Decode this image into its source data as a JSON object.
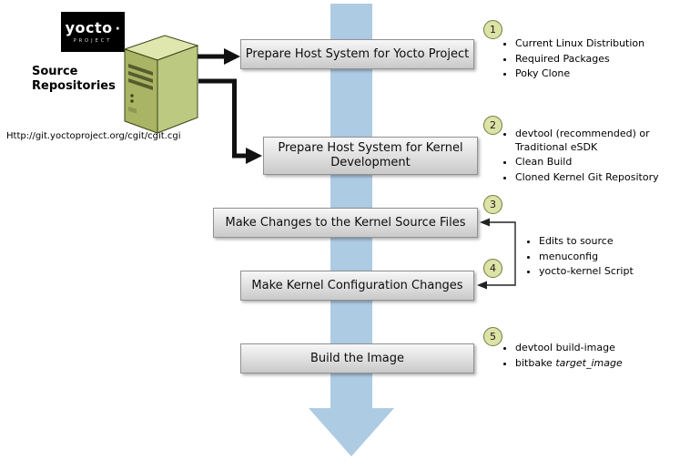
{
  "logo": {
    "brand": "yocto",
    "dot": "·",
    "subtitle": "PROJECT"
  },
  "source": {
    "title": "Source Repositories",
    "url": "Http://git.yoctoproject.org/cgit/cgit.cgi"
  },
  "steps": [
    {
      "num": "1",
      "label": "Prepare Host System for Yocto Project"
    },
    {
      "num": "2",
      "label": "Prepare Host System for Kernel Development"
    },
    {
      "num": "3",
      "label": "Make Changes to the Kernel Source Files"
    },
    {
      "num": "4",
      "label": "Make Kernel Configuration Changes"
    },
    {
      "num": "5",
      "label": "Build the Image"
    }
  ],
  "annotations": {
    "step1": [
      "Current Linux Distribution",
      "Required Packages",
      "Poky Clone"
    ],
    "step2": [
      "devtool (recommended) or Traditional eSDK",
      "Clean Build",
      "Cloned Kernel Git Repository"
    ],
    "steps34": [
      "Edits to source",
      "menuconfig",
      "yocto-kernel Script"
    ],
    "step5_item1": "devtool build-image",
    "step5_item2_text": "bitbake ",
    "step5_item2_italic": "target_image"
  },
  "colors": {
    "flow_arrow_blue": "#aecbe4",
    "badge_fill": "#dde2a6",
    "badge_border": "#6f7d42",
    "server_front_green": "#a9b464",
    "server_side_green": "#bcc981",
    "server_top_green": "#dfe7ae",
    "box_gradient_top": "#f7f7f7",
    "box_gradient_bottom": "#c9c9c9",
    "logo_background": "#000000"
  }
}
